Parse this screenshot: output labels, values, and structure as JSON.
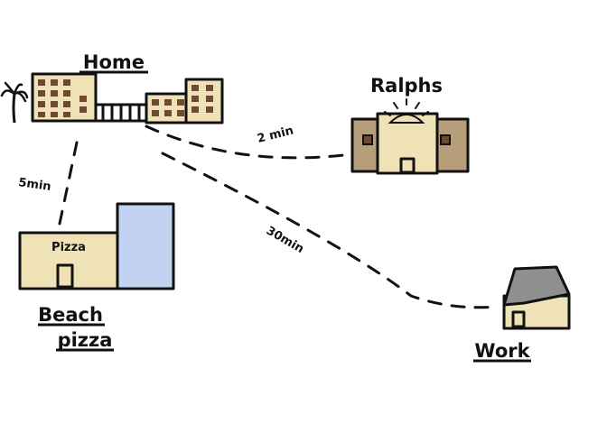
{
  "places": {
    "home": {
      "label": "Home"
    },
    "ralphs": {
      "label": "Ralphs"
    },
    "beach": {
      "label": "Beach",
      "label2": "pizza",
      "sign": "Pizza"
    },
    "work": {
      "label": "Work"
    }
  },
  "routes": {
    "home_to_beach": {
      "time": "5min"
    },
    "home_to_ralphs": {
      "time": "2 min"
    },
    "home_to_work": {
      "time": "30min"
    }
  },
  "colors": {
    "building_tan": "#efe2b6",
    "building_brown": "#b79e7b",
    "window_brown": "#6e4a32",
    "ocean_blue": "#c2d3f2",
    "roof_grey": "#8f8f8f",
    "ink": "#111111"
  }
}
